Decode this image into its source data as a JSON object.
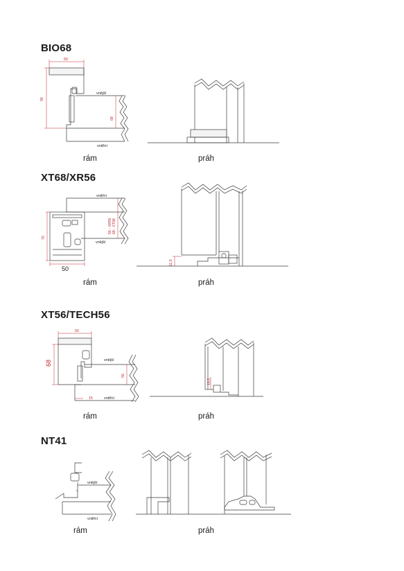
{
  "sections": [
    {
      "title": "BIO68",
      "frame_caption": "rám",
      "threshold_caption": "práh",
      "labels": {
        "outside": "vnější",
        "inside": "vnitřní"
      },
      "dims": {
        "width": "50",
        "height": "90",
        "depth": "68"
      }
    },
    {
      "title": "XT68/XR56",
      "frame_caption": "rám",
      "threshold_caption": "práh",
      "labels": {
        "outside": "vnější",
        "inside": "vnitřní"
      },
      "dims": {
        "width": "50",
        "height": "70",
        "depth": "56 - XR56\n68 - XT68",
        "depth_a": "56 - XR56",
        "depth_b": "68 - XT68",
        "sill": "11,5"
      }
    },
    {
      "title": "XT56/TECH56",
      "frame_caption": "rám",
      "threshold_caption": "práh",
      "labels": {
        "outside": "vnější",
        "inside": "vnitřní"
      },
      "dims": {
        "width": "50",
        "height": "68",
        "depth": "56",
        "offset": "15",
        "sill": "19,5"
      }
    },
    {
      "title": "NT41",
      "frame_caption": "rám",
      "threshold_caption": "práh",
      "labels": {
        "outside": "vnější",
        "inside": "vnitřní"
      }
    }
  ]
}
